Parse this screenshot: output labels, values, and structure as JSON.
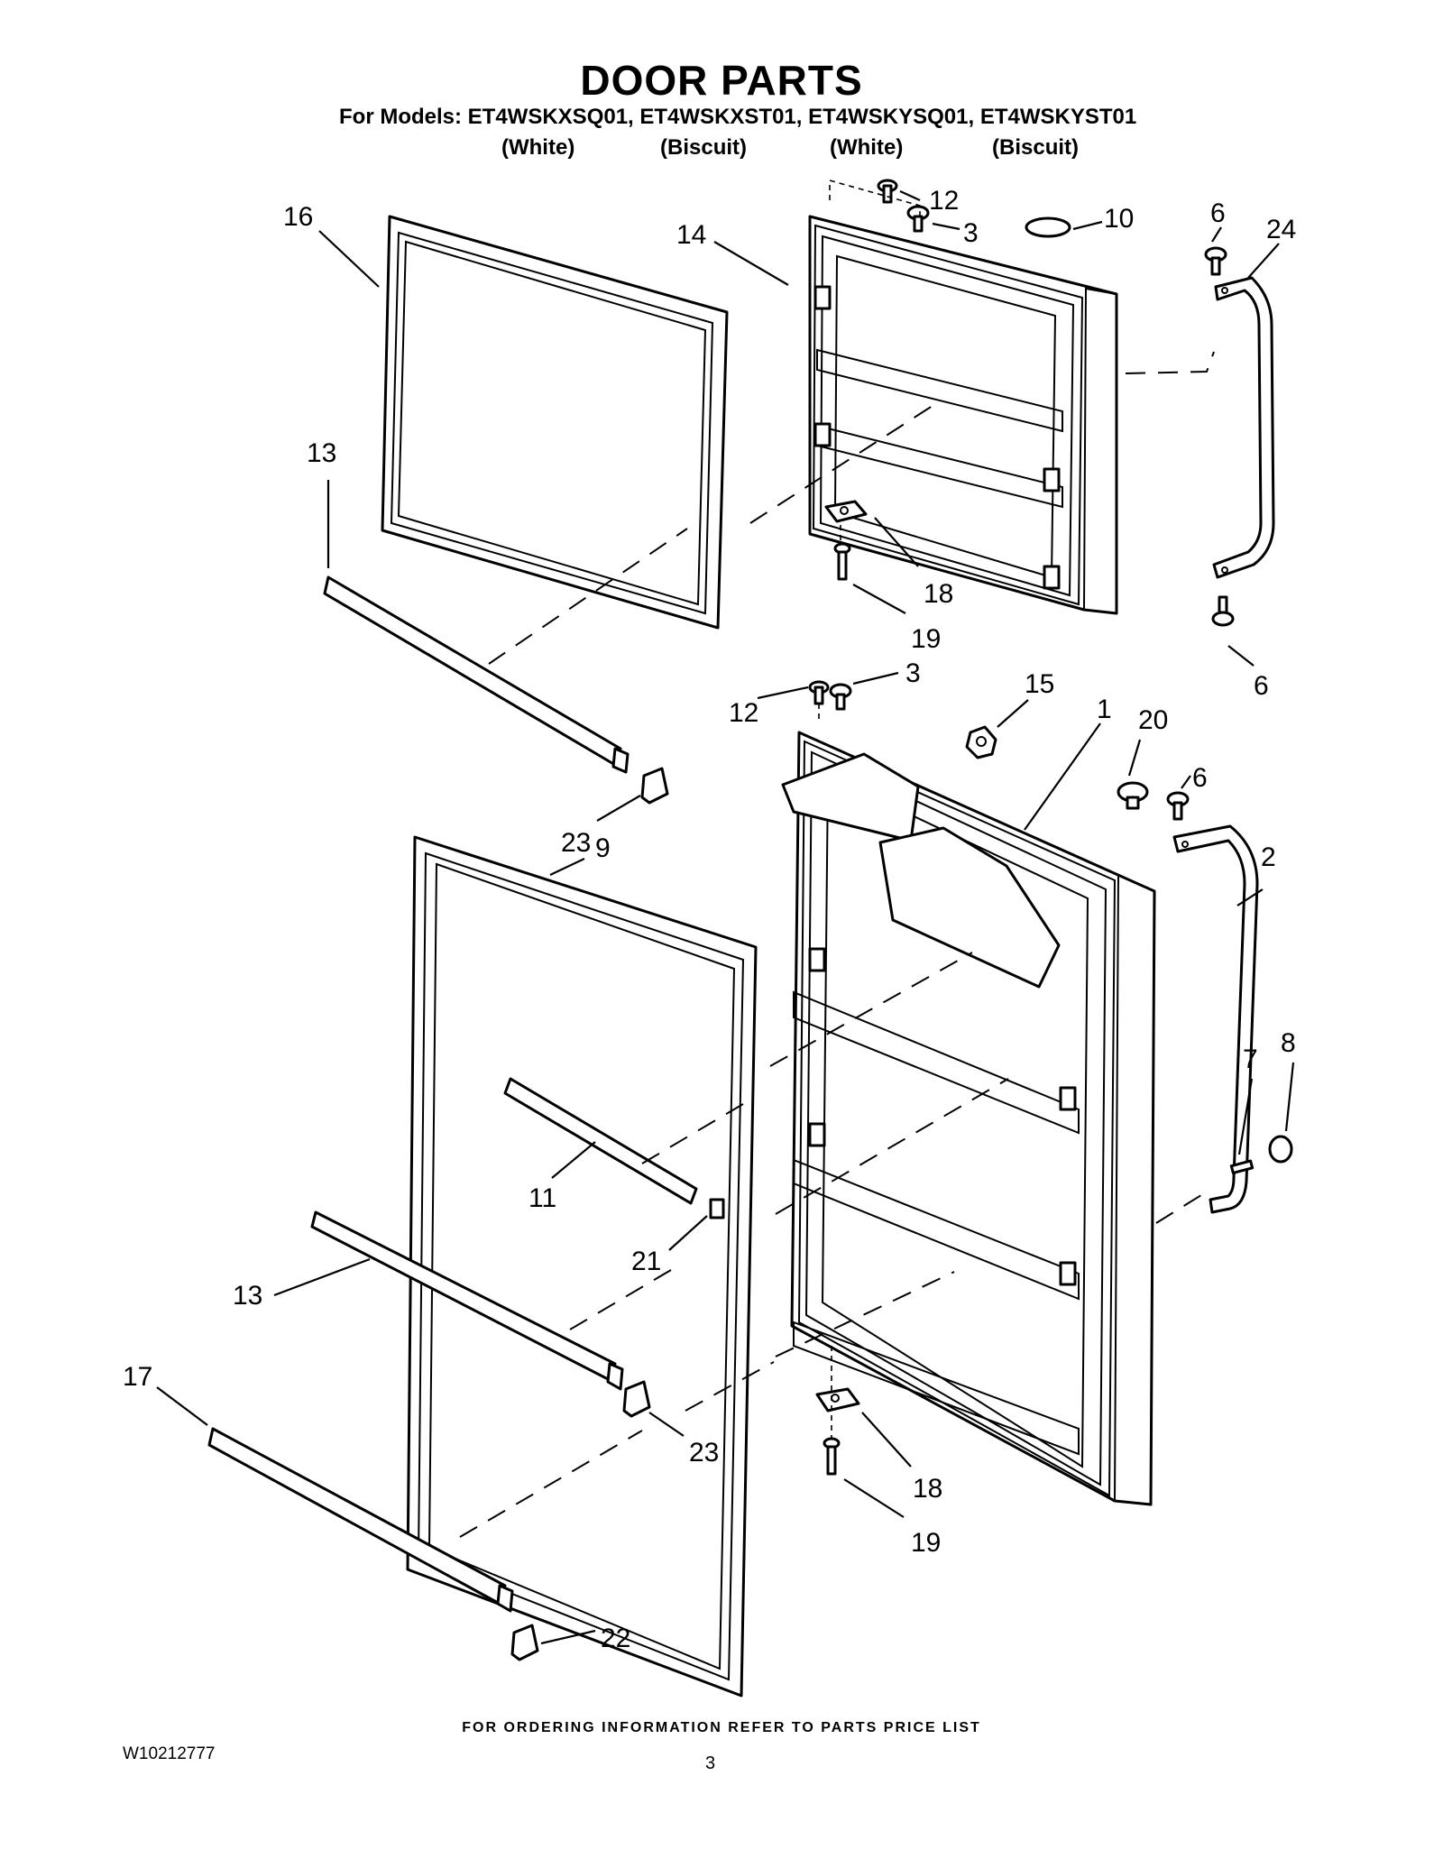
{
  "header": {
    "title": "DOOR PARTS",
    "models_line": "For Models: ET4WSKXSQ01, ET4WSKXST01, ET4WSKYSQ01, ET4WSKYST01",
    "variants": [
      "(White)",
      "(Biscuit)",
      "(White)",
      "(Biscuit)"
    ]
  },
  "callouts": [
    "16",
    "14",
    "12",
    "3",
    "10",
    "6",
    "24",
    "13",
    "18",
    "19",
    "6",
    "12",
    "3",
    "15",
    "1",
    "20",
    "6",
    "23",
    "9",
    "2",
    "8",
    "7",
    "11",
    "21",
    "13",
    "17",
    "23",
    "18",
    "19",
    "22"
  ],
  "footer": {
    "ordering_note": "FOR ORDERING INFORMATION REFER TO PARTS PRICE LIST",
    "doc_number": "W10212777",
    "page_number": "3"
  }
}
